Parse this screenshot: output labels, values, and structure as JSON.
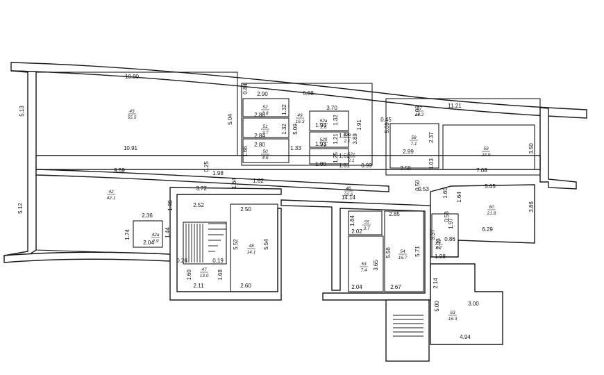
{
  "dimensions": [
    "10.90",
    "5.13",
    "5.04",
    "10.91",
    "9.59",
    "5.12",
    "0.84",
    "2.90",
    "6.88",
    "3.70",
    "2.86",
    "2.84",
    "2.80",
    "1.66",
    "1.32",
    "1.32",
    "5.09",
    "1.33",
    "1.94",
    "1.93",
    "1.80",
    "1.32",
    "1.21",
    "1.25",
    "1.61",
    "1.61",
    "1.61",
    "1.91",
    "3.89",
    "0.99",
    "11.21",
    "1.00",
    "0.45",
    "5.09",
    "2.37",
    "2.99",
    "1.03",
    "3.50",
    "7.08",
    "3.50",
    "0.25",
    "1.98",
    "1.64",
    "1.62",
    "3.72",
    "14.14",
    "0.50",
    "0.53",
    "1.60",
    "5.65",
    "1.64",
    "3.86",
    "6.29",
    "0.58",
    "1.97",
    "3.37",
    "2.33",
    "0.86",
    "1.98",
    "2.36",
    "1.74",
    "1.44",
    "2.04",
    "1.90",
    "2.52",
    "2.50",
    "5.52",
    "5.54",
    "0.26",
    "0.19",
    "1.60",
    "1.68",
    "2.11",
    "2.60",
    "1.84",
    "2.85",
    "2.02",
    "5.56",
    "3.65",
    "5.71",
    "2.04",
    "2.67",
    "2.14",
    "5.00",
    "3.00",
    "4.94"
  ],
  "rooms": [
    {
      "num": "43",
      "area": "55.5"
    },
    {
      "num": "52",
      "area": "3.8"
    },
    {
      "num": "49",
      "area": "16.3"
    },
    {
      "num": "51",
      "area": "3.7"
    },
    {
      "num": "50",
      "area": "4.6"
    },
    {
      "num": "52a",
      "area": "2.6"
    },
    {
      "num": "52б",
      "area": "2.6"
    },
    {
      "num": "52в",
      "area": "2.1"
    },
    {
      "num": "52г",
      "area": "2.1"
    },
    {
      "num": "57",
      "area": "18.2"
    },
    {
      "num": "58",
      "area": "7.1"
    },
    {
      "num": "59",
      "area": "24.9"
    },
    {
      "num": "42",
      "area": "42.1"
    },
    {
      "num": "46",
      "area": "22.6"
    },
    {
      "num": "60",
      "area": "21.8"
    },
    {
      "num": "42а",
      "area": "2.9"
    },
    {
      "num": "48",
      "area": "14.1"
    },
    {
      "num": "47",
      "area": "13.0"
    },
    {
      "num": "55",
      "area": "3.7"
    },
    {
      "num": "53",
      "area": "7.4"
    },
    {
      "num": "54",
      "area": "16.7"
    },
    {
      "num": "61",
      "area": "4.7"
    },
    {
      "num": "63",
      "area": "16.3"
    }
  ]
}
